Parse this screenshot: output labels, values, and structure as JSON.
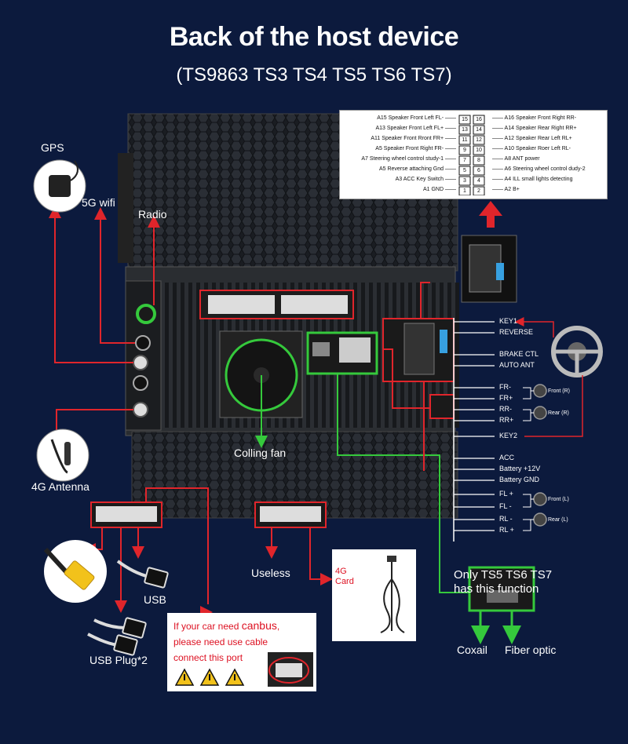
{
  "title": "Back of the host device",
  "subtitle": "(TS9863 TS3 TS4 TS5 TS6 TS7)",
  "left_labels": {
    "gps": "GPS",
    "wifi": "5G wifi",
    "radio": "Radio",
    "antenna": "4G Antenna",
    "fan": "Colling fan",
    "usb": "USB",
    "usb_plug": "USB Plug*2",
    "useless": "Useless",
    "card_4g": "4G\nCard"
  },
  "pin_table": {
    "left": [
      {
        "text": "A15 Speaker Front Left FL-",
        "num": "15"
      },
      {
        "text": "A13 Speaker Front Left FL+",
        "num": "13"
      },
      {
        "text": "A11 Speaker Front Rront FR+",
        "num": "11"
      },
      {
        "text": "A5 Speaker Front Right FR-",
        "num": "9"
      },
      {
        "text": "A7 Steering wheel control study-1",
        "num": "7"
      },
      {
        "text": "A5 Reverse attaching Gnd",
        "num": "5"
      },
      {
        "text": "A3 ACC Key Switch",
        "num": "3"
      },
      {
        "text": "A1 GND",
        "num": "1"
      }
    ],
    "right": [
      {
        "text": "A16 Speaker Front Right RR-",
        "num": "16"
      },
      {
        "text": "A14 Speaker Rear Right RR+",
        "num": "14"
      },
      {
        "text": "A12 Speaker Rear Left RL+",
        "num": "12"
      },
      {
        "text": "A10 Speaker Roer Left RL-",
        "num": "10"
      },
      {
        "text": "A8 ANT power",
        "num": "8"
      },
      {
        "text": "A6 Steering wheel control dudy-2",
        "num": "6"
      },
      {
        "text": "A4 ILL small lights detecting",
        "num": "4"
      },
      {
        "text": "A2 B+",
        "num": "2"
      }
    ]
  },
  "right_wires": [
    {
      "label": "KEY1"
    },
    {
      "label": "REVERSE"
    },
    {
      "label": "BRAKE CTL"
    },
    {
      "label": "AUTO ANT"
    },
    {
      "label": "FR-"
    },
    {
      "label": "FR+"
    },
    {
      "label": "RR-"
    },
    {
      "label": "RR+"
    },
    {
      "label": "KEY2"
    },
    {
      "label": "ACC"
    },
    {
      "label": "Battery +12V"
    },
    {
      "label": "Battery GND"
    },
    {
      "label": "FL +"
    },
    {
      "label": "FL -"
    },
    {
      "label": "RL -"
    },
    {
      "label": "RL +"
    }
  ],
  "speakers": {
    "front_r": "Front (R)",
    "rear_r": "Rear (R)",
    "front_l": "Front (L)",
    "rear_l": "Rear (L)"
  },
  "optic": {
    "note_line1": "Only TS5 TS6 TS7",
    "note_line2": "has this function",
    "coaxial": "Coxail",
    "fiber": "Fiber optic"
  },
  "canbus": {
    "line1_a": "If your car need ",
    "line1_b": "canbus",
    "line1_c": ",",
    "line2": "please need use cable",
    "line3": "connect this port"
  },
  "colors": {
    "background": "#0c1a3d",
    "red_line": "#e0252b",
    "green_line": "#35c93c"
  }
}
